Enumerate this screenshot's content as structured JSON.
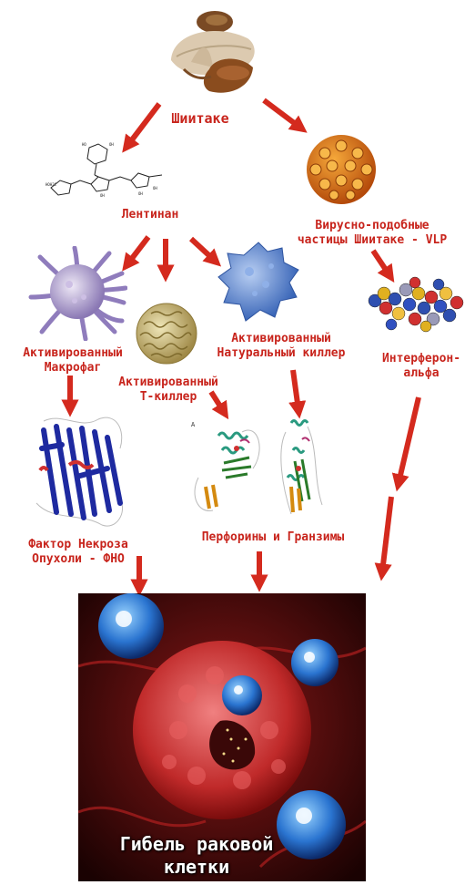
{
  "nodes": {
    "shiitake": "Шиитаке",
    "lentinan": "Лентинан",
    "vlp_line1": "Вирусно-подобные",
    "vlp_line2": "частицы Шиитаке - VLP",
    "macrophage_line1": "Активированный",
    "macrophage_line2": "Макрофаг",
    "tkiller_line1": "Активированный",
    "tkiller_line2": "Т-киллер",
    "nk_line1": "Активированный",
    "nk_line2": "Натуральный киллер",
    "interferon_line1": "Интерферон-",
    "interferon_line2": "альфа",
    "tnf_line1": "Фактор Некроза",
    "tnf_line2": "Опухоли - ФНО",
    "perforins": "Перфорины и Гранзимы",
    "cancer_line1": "Гибель раковой",
    "cancer_line2": "клетки"
  },
  "figure_marks": {
    "panel_a_letter": "A"
  },
  "colors": {
    "label": "#c8241c",
    "arrow": "#d42a1e",
    "cancer_text": "#ffffff"
  },
  "icons": [
    "shiitake-mushroom-icon",
    "lentinan-molecule-icon",
    "vlp-particle-icon",
    "macrophage-cell-icon",
    "t-killer-cell-icon",
    "nk-cell-icon",
    "interferon-protein-icon",
    "tnf-protein-icon",
    "perforin-granzyme-protein-icon",
    "cancer-cell-icon"
  ]
}
